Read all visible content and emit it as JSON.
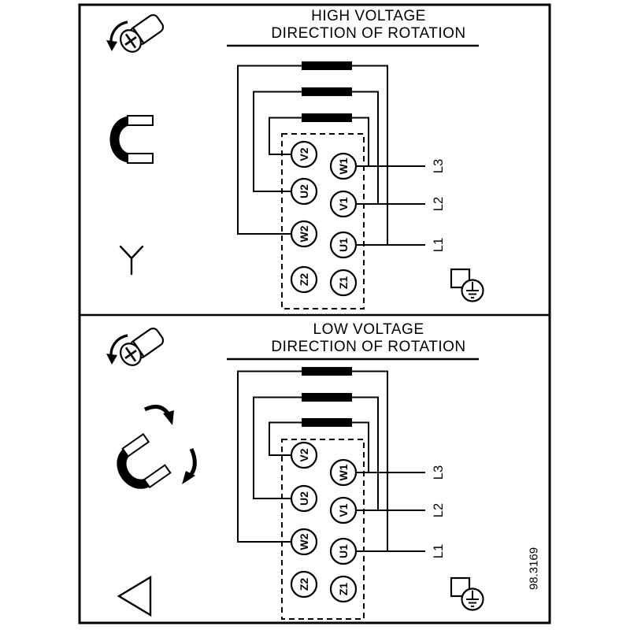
{
  "frame": {
    "drawing_number": "98.3169"
  },
  "sections": {
    "high": {
      "title_line1": "HIGH VOLTAGE",
      "title_line2": "DIRECTION OF ROTATION",
      "terminals_left": [
        "V2",
        "U2",
        "W2",
        "Z2"
      ],
      "terminals_right": [
        "W1",
        "V1",
        "U1",
        "Z1"
      ],
      "phases": [
        "L3",
        "L2",
        "L1"
      ],
      "connection_symbol": "star"
    },
    "low": {
      "title_line1": "LOW VOLTAGE",
      "title_line2": "DIRECTION OF ROTATION",
      "terminals_left": [
        "V2",
        "U2",
        "W2",
        "Z2"
      ],
      "terminals_right": [
        "W1",
        "V1",
        "U1",
        "Z1"
      ],
      "phases": [
        "L3",
        "L2",
        "L1"
      ],
      "connection_symbol": "delta"
    }
  },
  "icons": {
    "high": [
      "screw-rotation-ccw-icon",
      "terminal-link-clip-icon",
      "star-symbol",
      "earth-ground-icon"
    ],
    "low": [
      "screw-rotation-ccw-icon",
      "terminal-link-clip-removal-icon",
      "delta-symbol",
      "earth-ground-icon"
    ]
  },
  "colors": {
    "line": "#000000",
    "background": "#ffffff"
  }
}
